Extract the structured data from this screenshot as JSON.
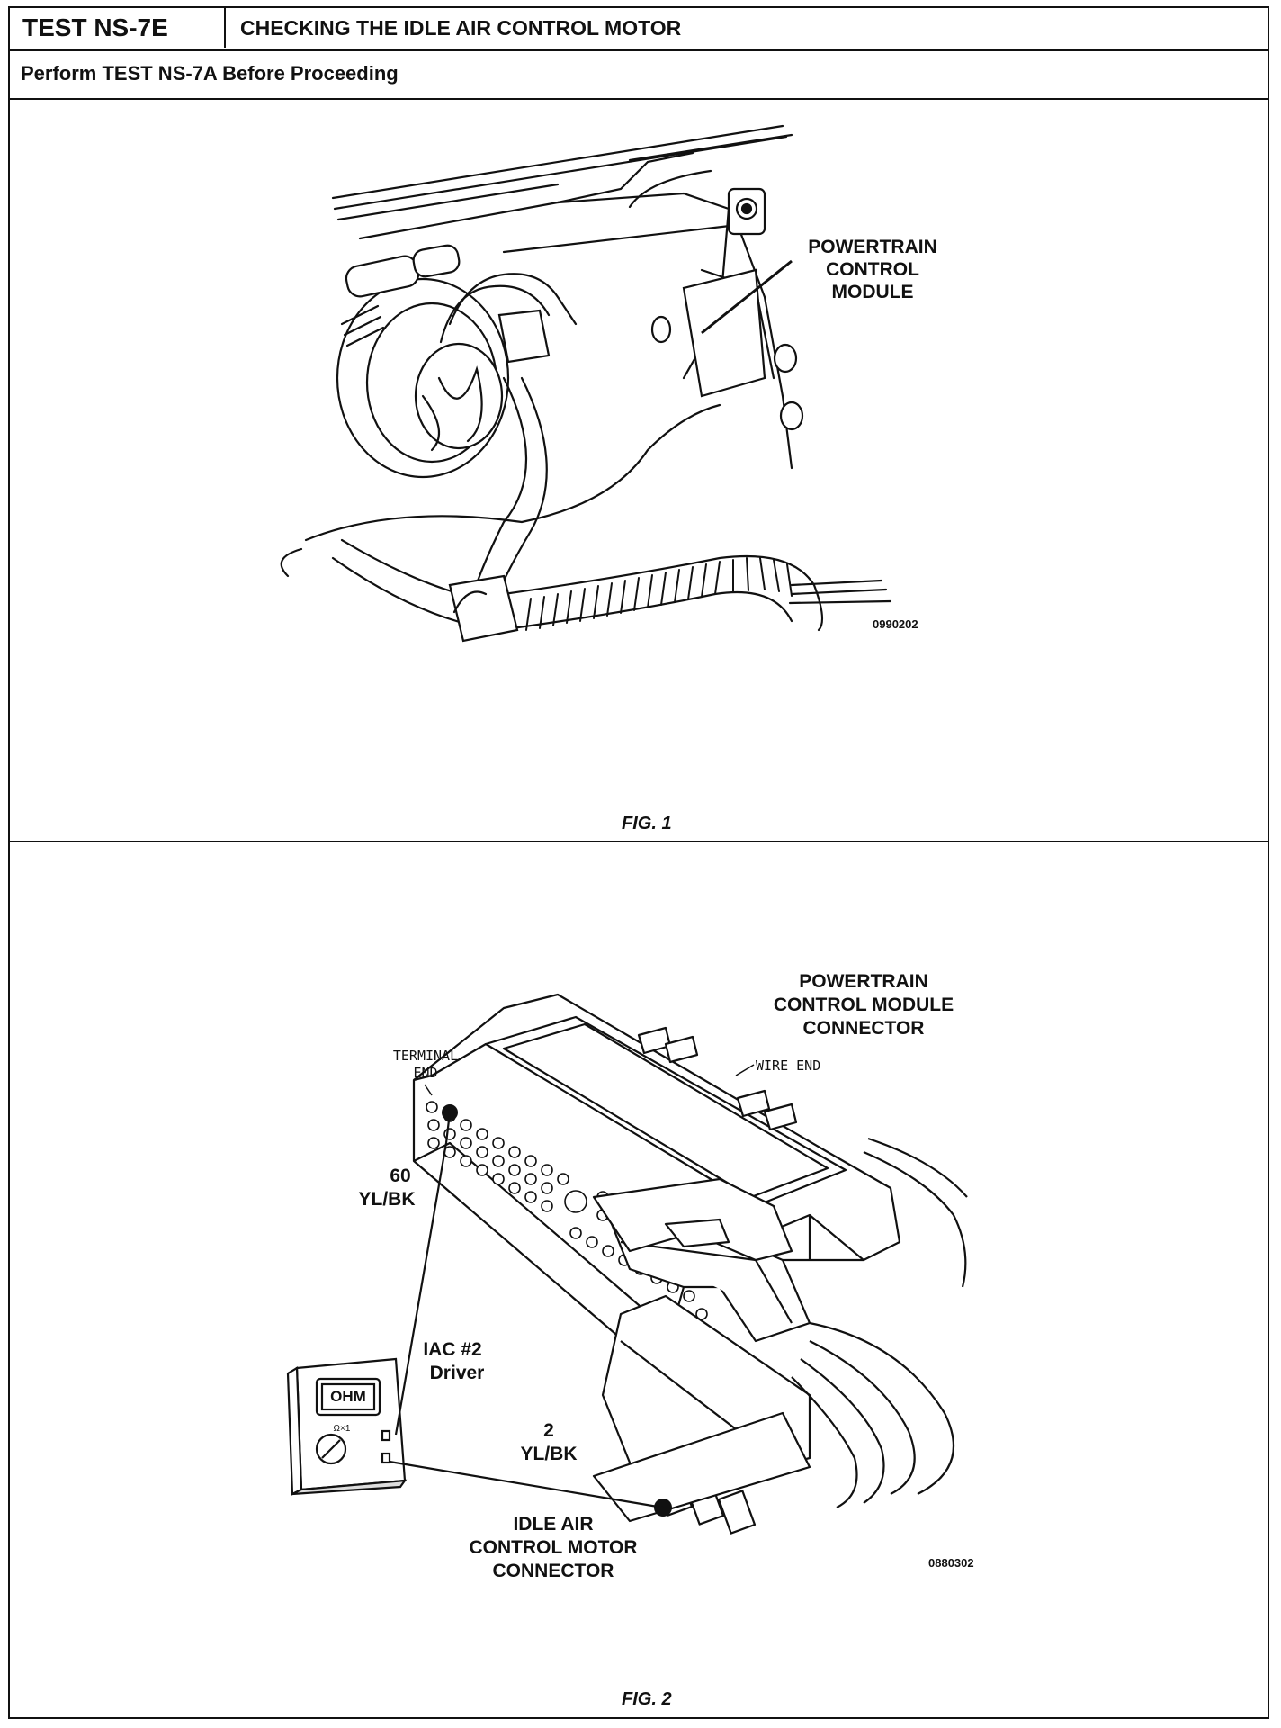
{
  "header": {
    "test_id": "TEST NS-7E",
    "title": "CHECKING THE IDLE AIR CONTROL MOTOR",
    "prerequisite": "Perform TEST NS-7A Before Proceeding"
  },
  "figure1": {
    "caption": "FIG. 1",
    "label_line1": "POWERTRAIN",
    "label_line2": "CONTROL",
    "label_line3": "MODULE",
    "image_code": "0990202"
  },
  "figure2": {
    "caption": "FIG. 2",
    "pcm_connector_line1": "POWERTRAIN",
    "pcm_connector_line2": "CONTROL MODULE",
    "pcm_connector_line3": "CONNECTOR",
    "terminal_end_line1": "TERMINAL",
    "terminal_end_line2": "END",
    "wire_end": "WIRE END",
    "pin60_number": "60",
    "pin60_color": "YL/BK",
    "iac_line1": "IAC #2",
    "iac_line2": "Driver",
    "pin2_number": "2",
    "pin2_color": "YL/BK",
    "meter_display": "OHM",
    "meter_range": "Ω×1",
    "iac_connector_line1": "IDLE AIR",
    "iac_connector_line2": "CONTROL MOTOR",
    "iac_connector_line3": "CONNECTOR",
    "image_code": "0880302"
  }
}
